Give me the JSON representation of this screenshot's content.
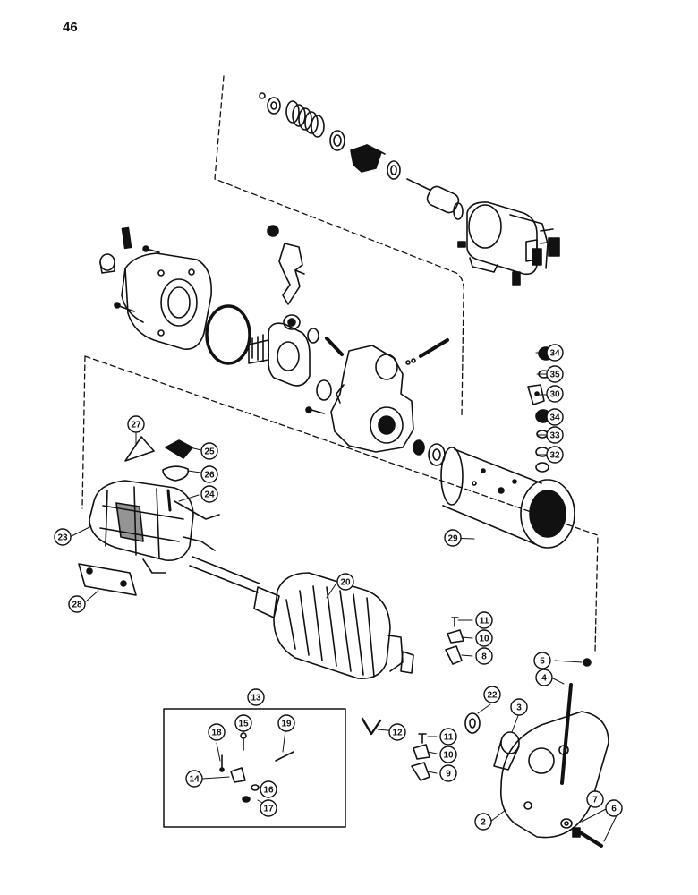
{
  "page": {
    "number": "46"
  },
  "callouts": [
    {
      "id": "c2",
      "label": "2"
    },
    {
      "id": "c3",
      "label": "3"
    },
    {
      "id": "c4",
      "label": "4"
    },
    {
      "id": "c5",
      "label": "5"
    },
    {
      "id": "c6",
      "label": "6"
    },
    {
      "id": "c7",
      "label": "7"
    },
    {
      "id": "c8",
      "label": "8"
    },
    {
      "id": "c9",
      "label": "9"
    },
    {
      "id": "c10a",
      "label": "10"
    },
    {
      "id": "c10b",
      "label": "10"
    },
    {
      "id": "c11a",
      "label": "11"
    },
    {
      "id": "c11b",
      "label": "11"
    },
    {
      "id": "c12",
      "label": "12"
    },
    {
      "id": "c13",
      "label": "13"
    },
    {
      "id": "c14",
      "label": "14"
    },
    {
      "id": "c15",
      "label": "15"
    },
    {
      "id": "c16",
      "label": "16"
    },
    {
      "id": "c17",
      "label": "17"
    },
    {
      "id": "c18",
      "label": "18"
    },
    {
      "id": "c19",
      "label": "19"
    },
    {
      "id": "c20",
      "label": "20"
    },
    {
      "id": "c22",
      "label": "22"
    },
    {
      "id": "c23",
      "label": "23"
    },
    {
      "id": "c24",
      "label": "24"
    },
    {
      "id": "c25",
      "label": "25"
    },
    {
      "id": "c26",
      "label": "26"
    },
    {
      "id": "c27",
      "label": "27"
    },
    {
      "id": "c28",
      "label": "28"
    },
    {
      "id": "c29",
      "label": "29"
    },
    {
      "id": "c30",
      "label": "30"
    },
    {
      "id": "c32",
      "label": "32"
    },
    {
      "id": "c33",
      "label": "33"
    },
    {
      "id": "c34a",
      "label": "34"
    },
    {
      "id": "c34b",
      "label": "34"
    },
    {
      "id": "c35",
      "label": "35"
    }
  ],
  "colors": {
    "ink": "#111111",
    "paper": "#ffffff"
  }
}
